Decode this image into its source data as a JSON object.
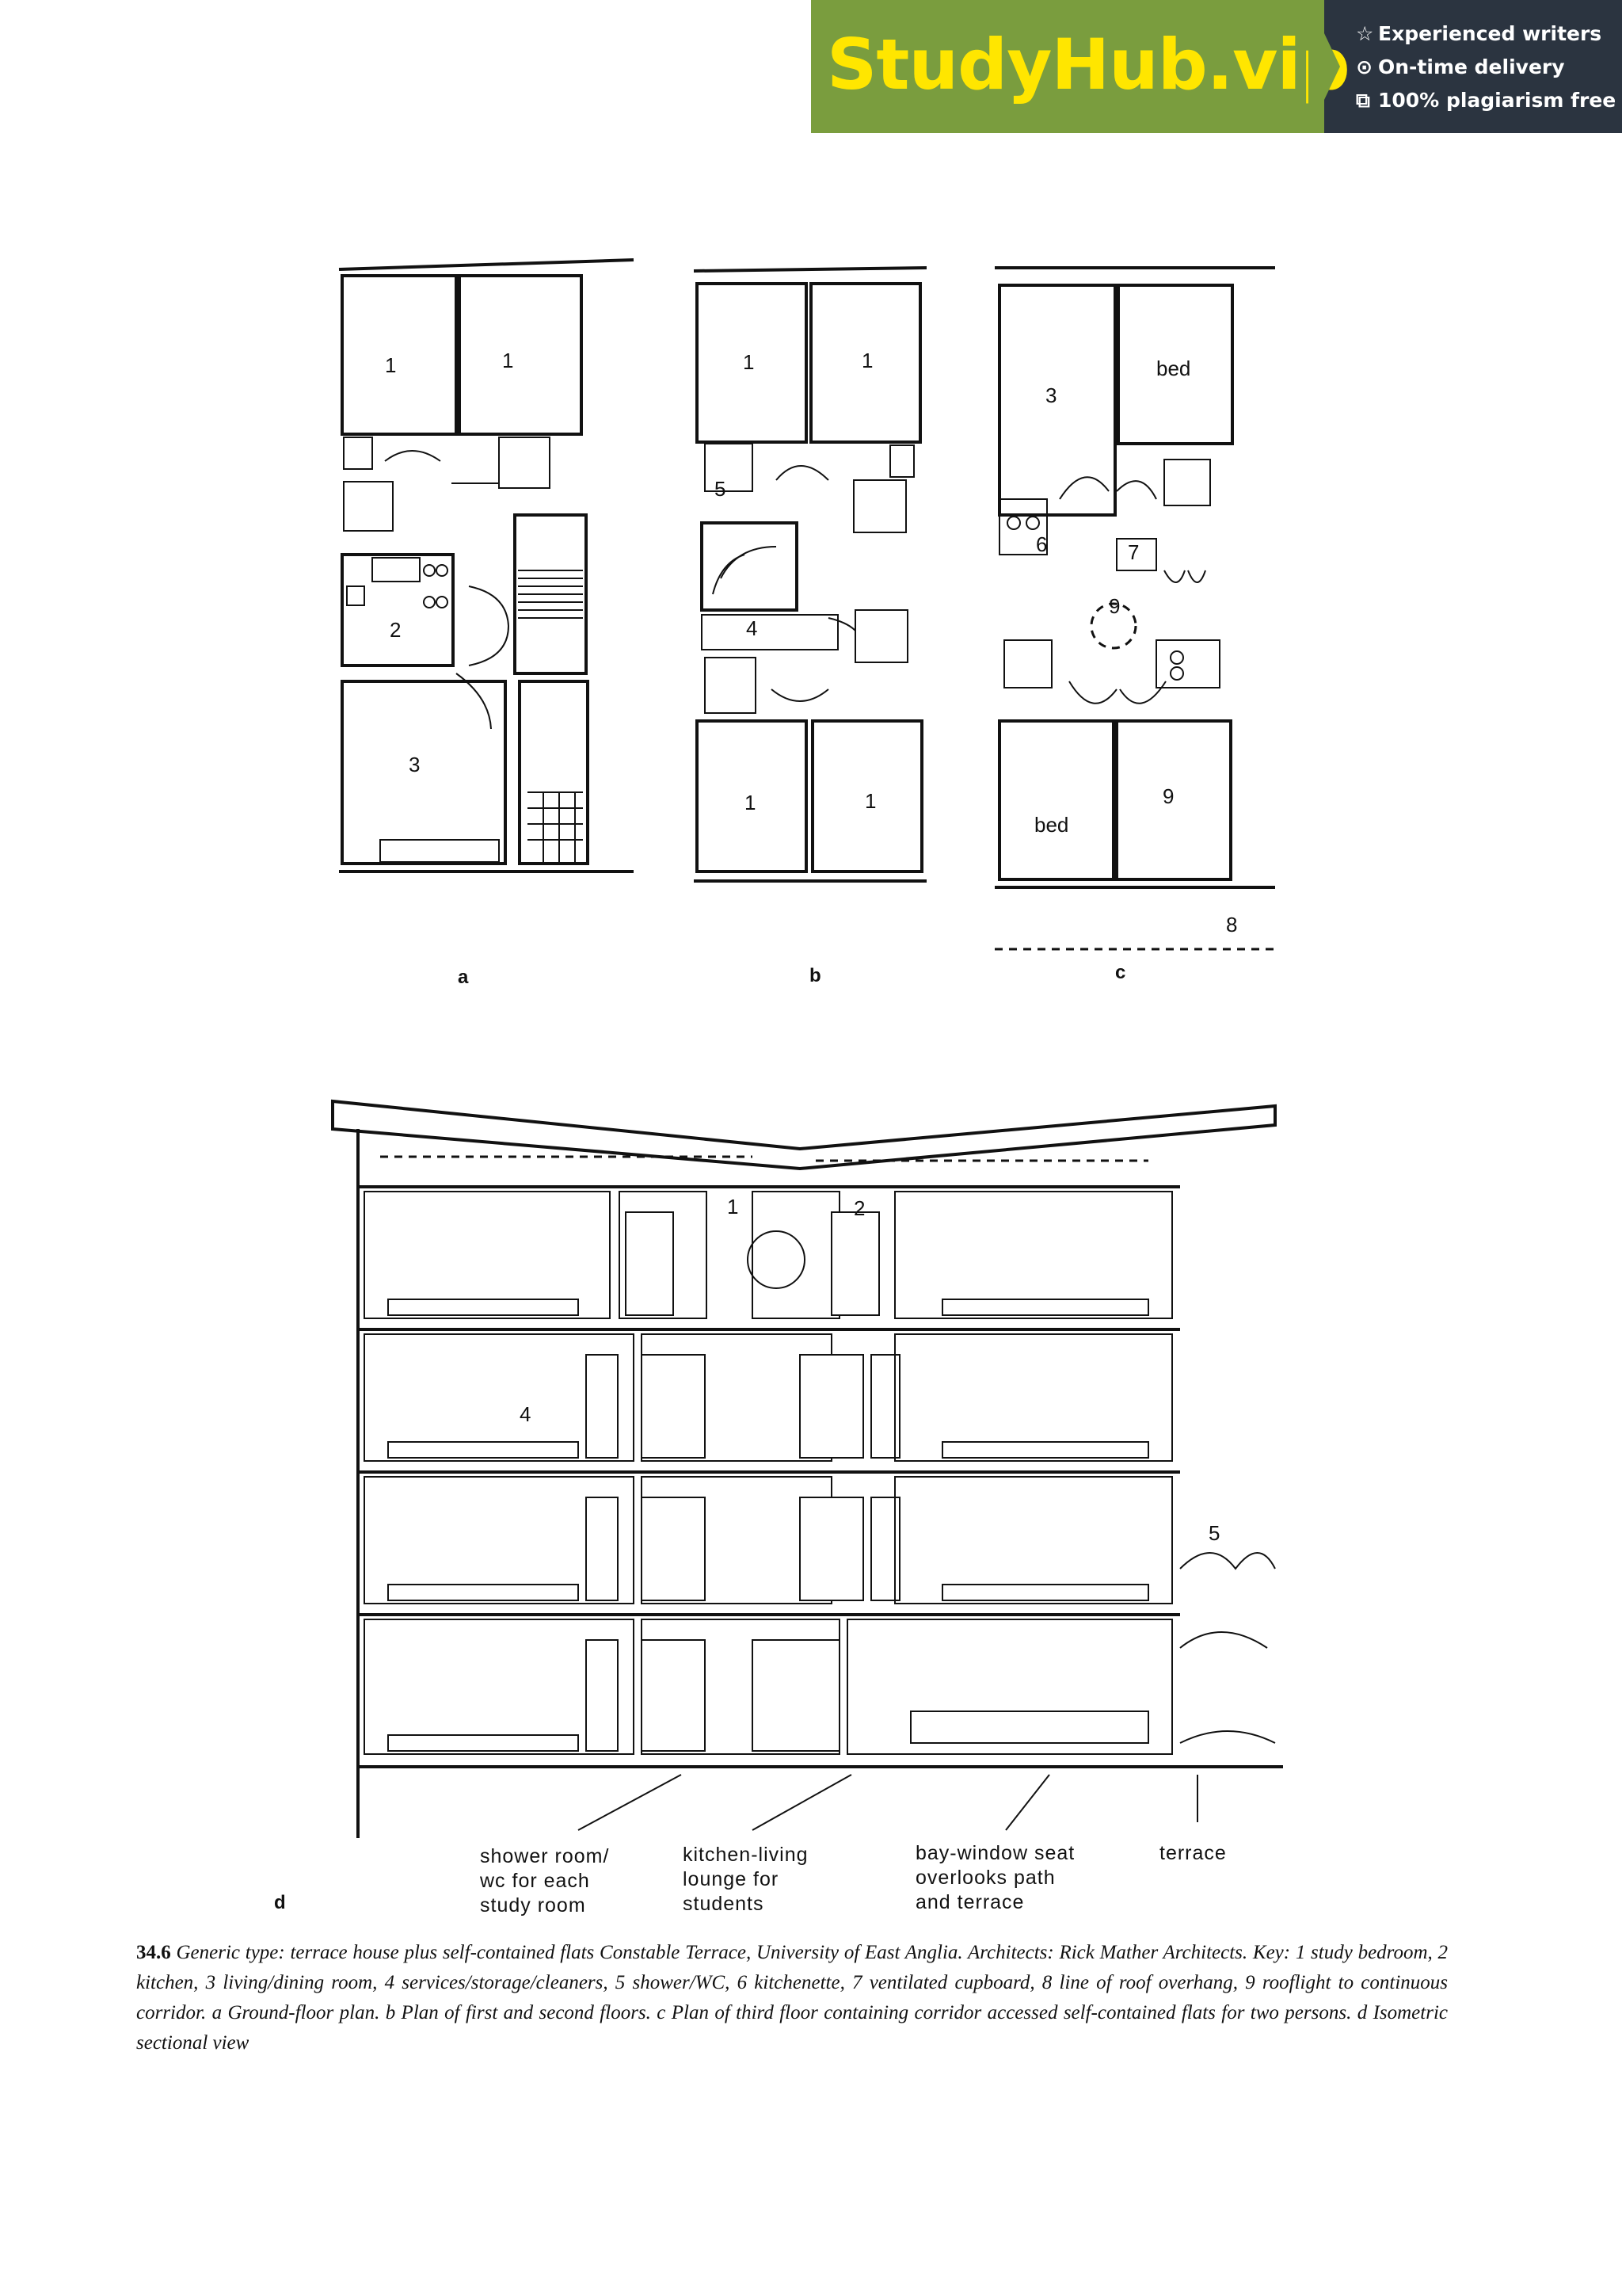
{
  "banner": {
    "brand": "StudyHub.vip",
    "features": [
      {
        "icon": "star-icon",
        "glyph": "☆",
        "text": "Experienced writers"
      },
      {
        "icon": "clock-icon",
        "glyph": "⊙",
        "text": "On-time delivery"
      },
      {
        "icon": "copy-icon",
        "glyph": "⧉",
        "text": "100% plagiarism free"
      }
    ],
    "colors": {
      "green": "#7a9d3e",
      "dark": "#2b3440",
      "brand_text": "#ffe600"
    }
  },
  "plans": {
    "a": {
      "letter": "a",
      "labels": [
        "1",
        "1",
        "2",
        "3"
      ]
    },
    "b": {
      "letter": "b",
      "labels": [
        "1",
        "1",
        "5",
        "4",
        "1",
        "1"
      ]
    },
    "c": {
      "letter": "c",
      "labels": [
        "3",
        "bed",
        "6",
        "7",
        "9",
        "bed",
        "9",
        "8"
      ]
    }
  },
  "section": {
    "letter": "d",
    "labels": [
      "1",
      "2",
      "4",
      "5"
    ],
    "annotations": [
      "shower room/\nwc for each\nstudy room",
      "kitchen-living\nlounge for\nstudents",
      "bay-window seat\noverlooks path\nand terrace",
      "terrace"
    ]
  },
  "caption": {
    "figure_number": "34.6",
    "text": "Generic type: terrace house plus self-contained flats Constable Terrace, University of East Anglia. Architects: Rick Mather Architects. Key: 1 study bedroom, 2 kitchen, 3 living/dining room, 4 services/storage/cleaners, 5 shower/WC, 6 kitchenette, 7 ventilated cupboard, 8 line of roof overhang, 9 rooflight to continuous corridor. a Ground-floor plan. b Plan of first and second floors. c Plan of third floor containing corridor accessed self-contained flats for two persons. d Isometric sectional view"
  }
}
